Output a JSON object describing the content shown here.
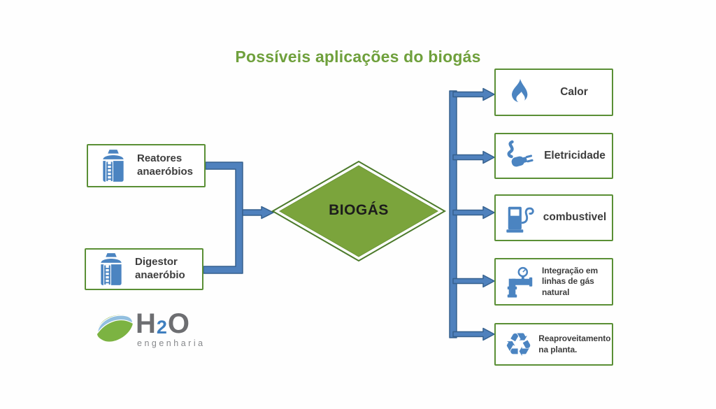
{
  "title": "Possíveis aplicações do biogás",
  "center": {
    "label": "BIOGÁS"
  },
  "sources": [
    {
      "label": "Reatores anaeróbios",
      "icon": "anaerobic-reactor-silo-icon"
    },
    {
      "label": "Digestor anaeróbio",
      "icon": "anaerobic-digester-silo-icon"
    }
  ],
  "applications": [
    {
      "label": "Calor",
      "icon": "flame-icon"
    },
    {
      "label": "Eletricidade",
      "icon": "electric-plug-icon"
    },
    {
      "label": "combustivel",
      "icon": "fuel-pump-icon"
    },
    {
      "label": "Integração em linhas de gás natural",
      "icon": "gas-pipeline-gauge-icon"
    },
    {
      "label": "Reaproveitamento na planta.",
      "icon": "recycle-icon"
    }
  ],
  "logo": {
    "h": "H",
    "sub": "2",
    "o": "O",
    "subtitle": "engenharia"
  },
  "glyphs": {
    "recycle": "♻"
  },
  "colors": {
    "title_green": "#6fa03c",
    "box_border_green": "#5a8f35",
    "diamond_fill": "#7ba43c",
    "diamond_outline": "#4c7a2b",
    "arrow_blue": "#4f81bd",
    "arrow_outline": "#36618e",
    "icon_blue": "#4b84c1",
    "label_dark": "#3d3d3d",
    "logo_gray": "#6d6e71",
    "logo_blue": "#3f7fbf"
  }
}
